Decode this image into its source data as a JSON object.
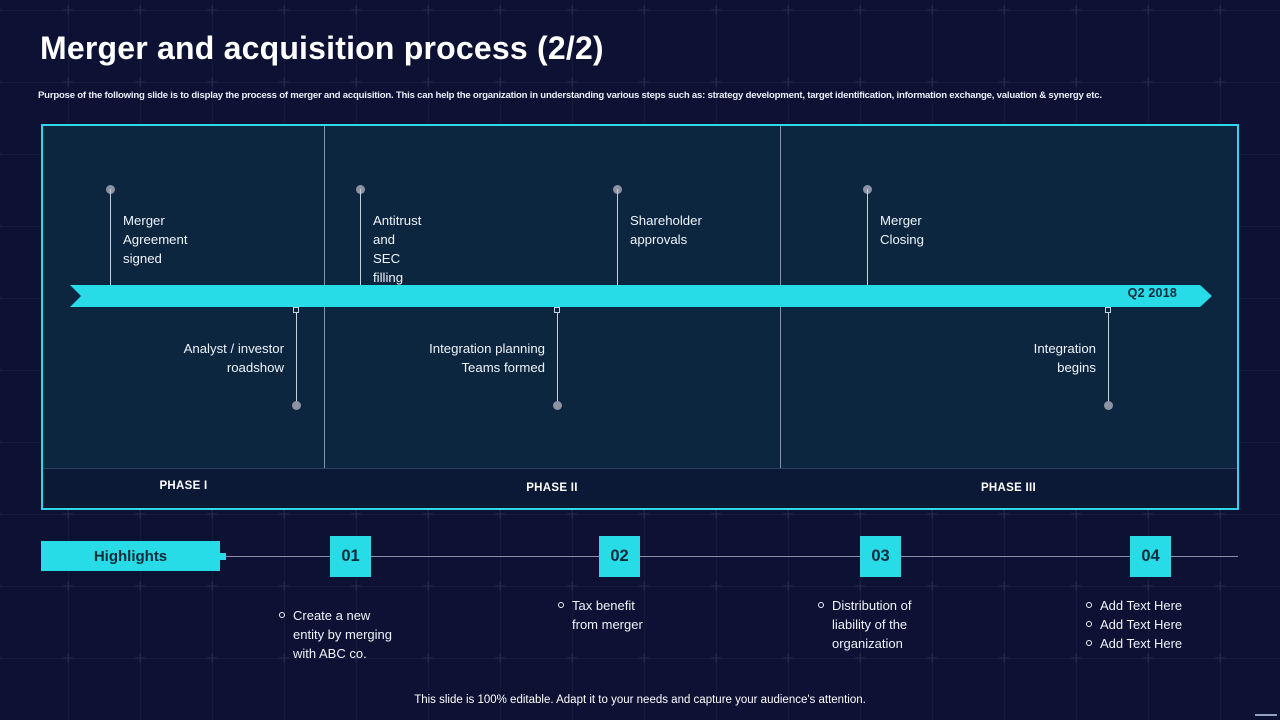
{
  "slide": {
    "title": "Merger and acquisition process (2/2)",
    "subtitle": "Purpose of the following slide is to display the process of merger and acquisition. This can help the organization in understanding various steps such as: strategy development, target identification, information exchange, valuation & synergy etc.",
    "footer": "This slide is 100% editable. Adapt it to your needs and capture your audience's attention."
  },
  "colors": {
    "background": "#0d1133",
    "panel_fill": "#0d2640",
    "accent_cyan": "#27dce6",
    "panel_border": "#2fd6e8",
    "strip_fill": "#0b1836",
    "text_light": "#eef3f9",
    "marker_gray": "#8d93a3",
    "accent_text_dark": "#0e2b3c"
  },
  "timeline": {
    "quarter_label": "Q2 2018",
    "milestones_above": [
      {
        "label": "Merger\nAgreement\nsigned"
      },
      {
        "label": "Antitrust  and\nSEC filling"
      },
      {
        "label": "Shareholder\napprovals"
      },
      {
        "label": "Merger\nClosing"
      }
    ],
    "milestones_below": [
      {
        "label": "Analyst / investor\nroadshow"
      },
      {
        "label": "Integration planning\nTeams formed"
      },
      {
        "label": "Integration\nbegins"
      }
    ],
    "phases": [
      {
        "label": "PHASE I"
      },
      {
        "label": "PHASE II"
      },
      {
        "label": "PHASE III"
      }
    ]
  },
  "highlights": {
    "badge_label": "Highlights",
    "columns": [
      {
        "number": "01",
        "bullets": [
          "Create a new\nentity by merging\nwith ABC co."
        ]
      },
      {
        "number": "02",
        "bullets": [
          "Tax benefit\nfrom merger"
        ]
      },
      {
        "number": "03",
        "bullets": [
          "Distribution of\nliability of the\norganization"
        ]
      },
      {
        "number": "04",
        "bullets": [
          "Add  Text Here",
          "Add  Text Here",
          "Add  Text Here"
        ]
      }
    ]
  }
}
